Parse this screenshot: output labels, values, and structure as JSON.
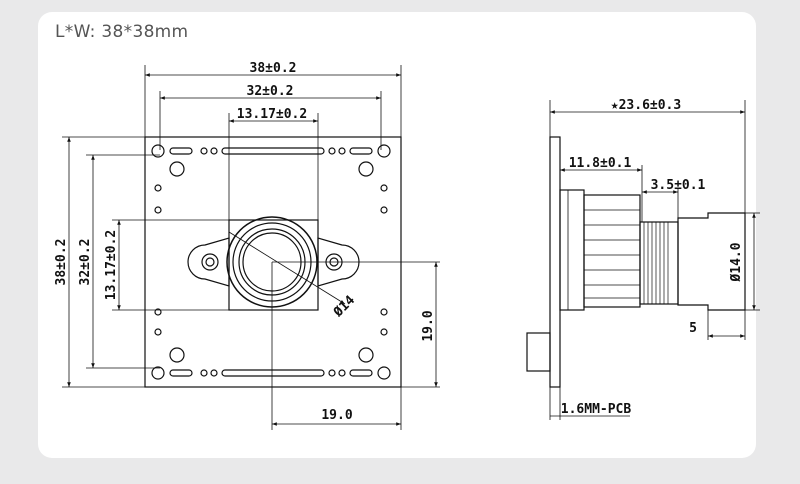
{
  "caption": "L*W: 38*38mm",
  "front_view": {
    "width_outer": "38±0.2",
    "width_holes": "32±0.2",
    "width_lens_mount": "13.17±0.2",
    "height_outer": "38±0.2",
    "height_holes": "32±0.2",
    "height_lens_mount": "13.17±0.2",
    "lens_diameter": "Ø14",
    "offset_vertical": "19.0",
    "offset_horizontal": "19.0"
  },
  "side_view": {
    "total_depth": "★23.6±0.3",
    "mount_depth": "11.8±0.1",
    "thread_depth": "3.5±0.1",
    "lens_diameter": "Ø14.0",
    "lens_length": "5",
    "pcb_thickness": "1.6MM-PCB"
  },
  "colors": {
    "background": "#e9e9ea",
    "card": "#ffffff",
    "line": "#111111"
  }
}
